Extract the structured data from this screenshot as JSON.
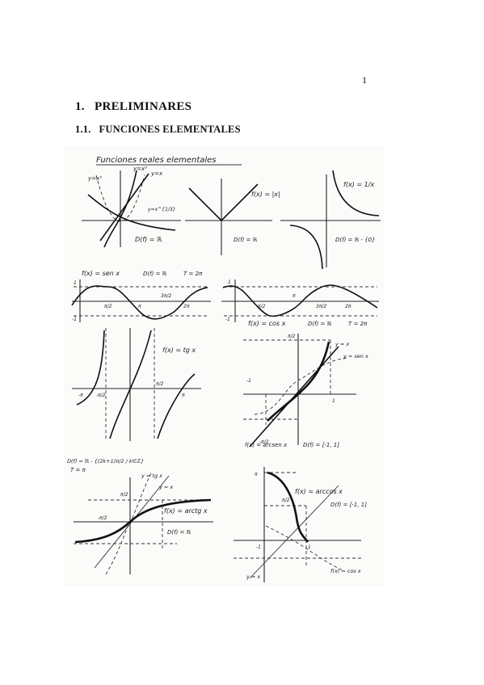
{
  "page": {
    "number": "1"
  },
  "section": {
    "number": "1.",
    "title": "PRELIMINARES"
  },
  "subsection": {
    "number": "1.1.",
    "title": "FUNCIONES ELEMENTALES"
  },
  "figure": {
    "heading": "Funciones reales elementales",
    "panels": {
      "power": {
        "labels": [
          "y=x²",
          "y=x³",
          "y=x",
          "y=x^{1/3}"
        ],
        "domain": "D(f) = ℝ"
      },
      "abs": {
        "label": "f(x) = |x|",
        "domain": "D(f) = ℝ"
      },
      "reciprocal": {
        "label": "f(x) = 1/x",
        "domain": "D(f) = ℝ - {0}"
      },
      "sine": {
        "label": "f(x) = sen x",
        "domain": "D(f) = ℝ",
        "period": "T = 2π",
        "ticks": [
          "1",
          "-1",
          "π/2",
          "π",
          "3π/2",
          "2π"
        ]
      },
      "cosine": {
        "label": "f(x) = cos x",
        "domain": "D(f) = ℝ",
        "period": "T = 2π",
        "ticks": [
          "1",
          "-1",
          "π/2",
          "π",
          "3π/2",
          "2π"
        ]
      },
      "tangent": {
        "label": "f(x) = tg x",
        "domain": "D(f) = ℝ - {(2k+1)π/2 / k∈ℤ}",
        "period": "T = π",
        "ticks": [
          "-π",
          "-π/2",
          "π/2",
          "π"
        ]
      },
      "arcsin": {
        "label": "f(x) = arcsen x",
        "domain": "D(f) = [-1, 1]",
        "extra": [
          "y = x",
          "y = sen x"
        ],
        "ticks": [
          "π/2",
          "-π/2",
          "1",
          "-1"
        ]
      },
      "arctan": {
        "label": "f(x) = arctg x",
        "domain": "D(f) = ℝ",
        "extra": [
          "y = tg x",
          "y = x"
        ],
        "ticks": [
          "π/2",
          "-π/2"
        ]
      },
      "arccos": {
        "label": "f(x) = arccos x",
        "domain": "D(f) = [-1, 1]",
        "extra": [
          "y = x",
          "f(x) = cos x"
        ],
        "ticks": [
          "π",
          "π/2",
          "1",
          "-1"
        ]
      }
    }
  }
}
